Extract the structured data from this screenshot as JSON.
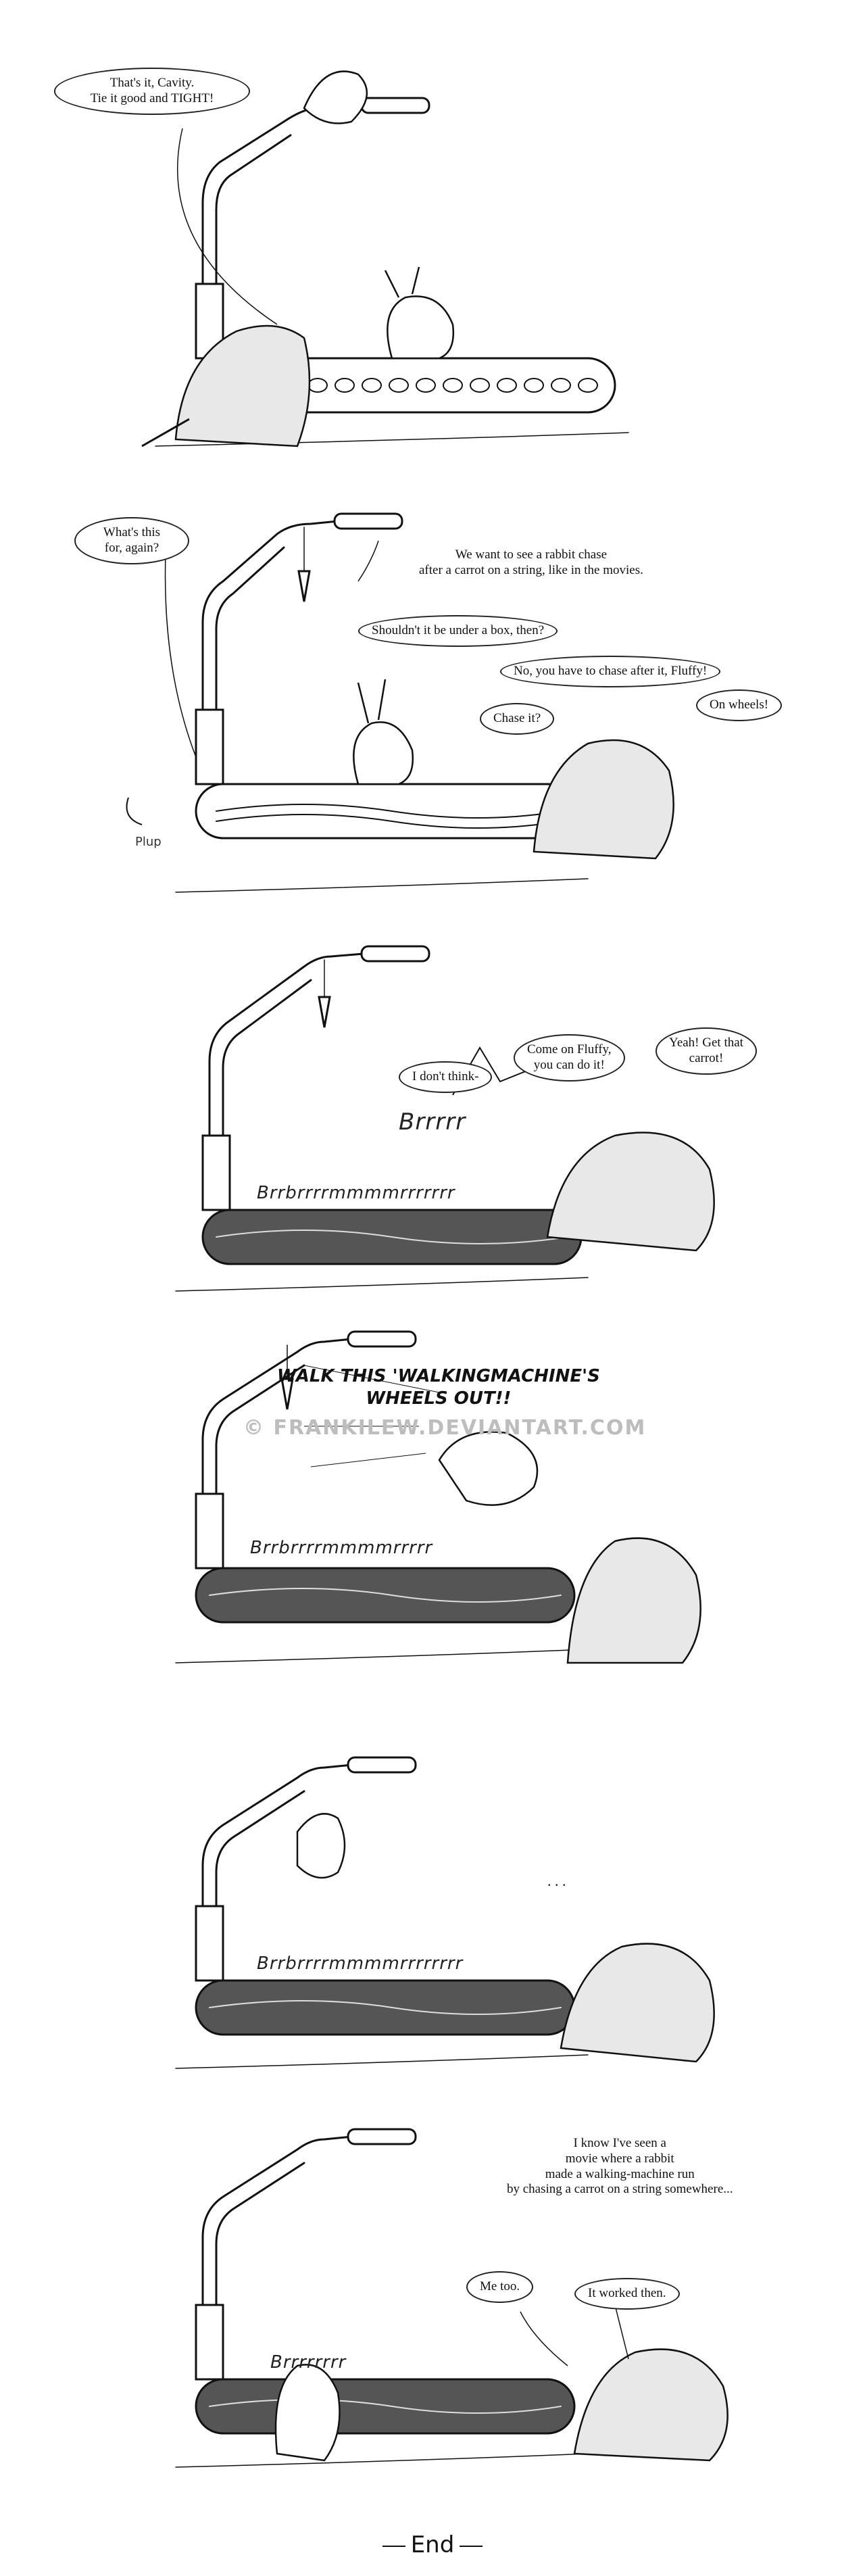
{
  "panels": [
    {
      "id": "panel1",
      "dialogue": [
        "That's it, Cavity.\nTie it good and TIGHT!"
      ]
    },
    {
      "id": "panel2",
      "dialogue": [
        "What's this\nfor, again?",
        "We want to see a rabbit chase\nafter a carrot on a string, like in the movies.",
        "Shouldn't it be under a box, then?",
        "No, you have to chase after it, Fluffy!",
        "Chase it?",
        "On wheels!"
      ],
      "sfx": [
        "Plup"
      ]
    },
    {
      "id": "panel3",
      "dialogue": [
        "I don't think-",
        "Come on Fluffy,\nyou can do it!",
        "Yeah! Get that\ncarrot!"
      ],
      "sfx": [
        "Brrrrr",
        "Brrbrrrrmmmmrrrrrrr"
      ]
    },
    {
      "id": "panel4",
      "dialogue": [
        "WALK THIS 'WALKINGMACHINE'S\nWHEELS OUT!!"
      ],
      "sfx": [
        "Brrbrrrrmmmmrrrrr"
      ]
    },
    {
      "id": "panel5",
      "dialogue": [
        ". . ."
      ],
      "sfx": [
        "Brrbrrrrmmmmrrrrrrrr"
      ]
    },
    {
      "id": "panel6",
      "dialogue": [
        "I know I've seen a\nmovie where a rabbit\nmade a walking-machine run\nby chasing a carrot on a string somewhere...",
        "Me too.",
        "It worked then."
      ],
      "sfx": [
        "Brrrrrrrr"
      ]
    }
  ],
  "watermark": "© FRANKILEW.DEVIANTART.COM",
  "end_text": "End"
}
